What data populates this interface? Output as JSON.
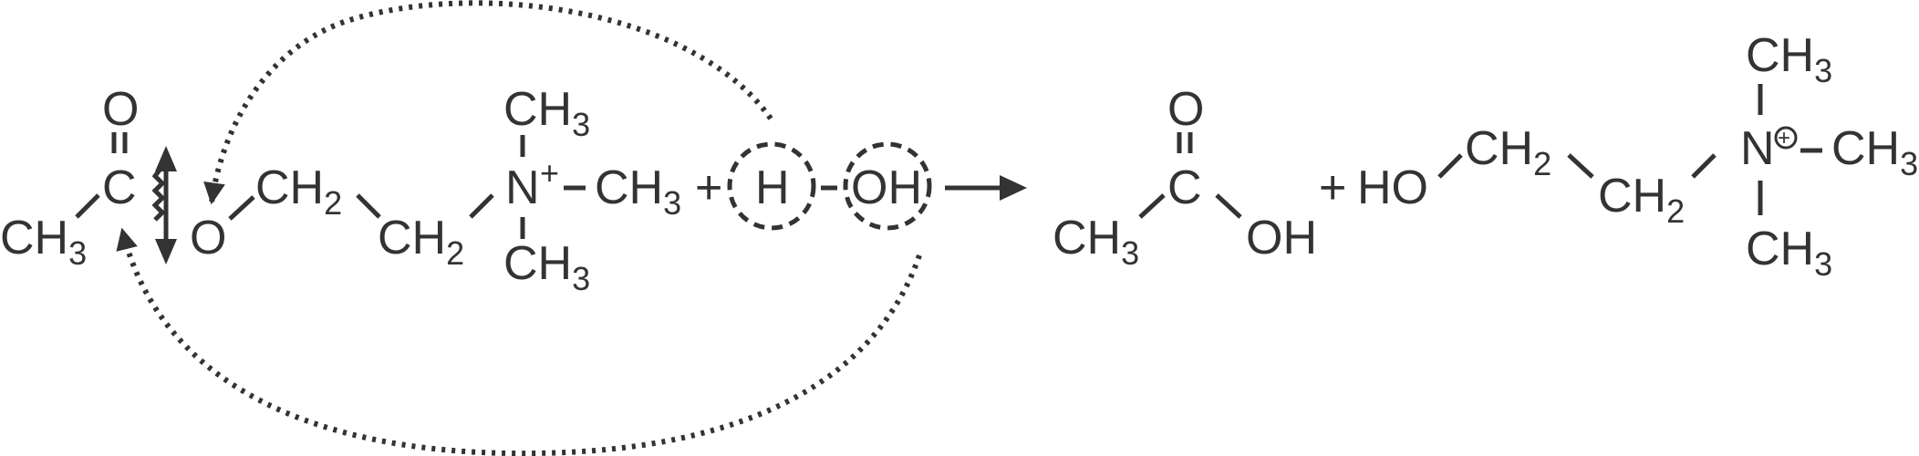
{
  "reactant": {
    "carbonyl_o": "O",
    "carbonyl_c": "C",
    "methyl": "CH",
    "ester_o": "O",
    "ch2_a": "CH",
    "ch2_b": "CH",
    "nitrogen": "N",
    "charge": "+",
    "n_methyl_top": "CH",
    "n_methyl_right": "CH",
    "n_methyl_bottom": "CH",
    "sub_3": "3",
    "sub_2": "2"
  },
  "plus_1": "+",
  "water": {
    "h": "H",
    "oh": "OH"
  },
  "acid": {
    "o": "O",
    "c": "C",
    "oh": "OH",
    "methyl": "CH",
    "sub_3": "3"
  },
  "plus_2": "+",
  "choline": {
    "ho": "HO",
    "ch2_a": "CH",
    "ch2_b": "CH",
    "nitrogen": "N",
    "charge_symbol": "+",
    "methyl_top": "CH",
    "methyl_right": "CH",
    "methyl_bottom": "CH",
    "sub_3": "3",
    "sub_2": "2"
  }
}
